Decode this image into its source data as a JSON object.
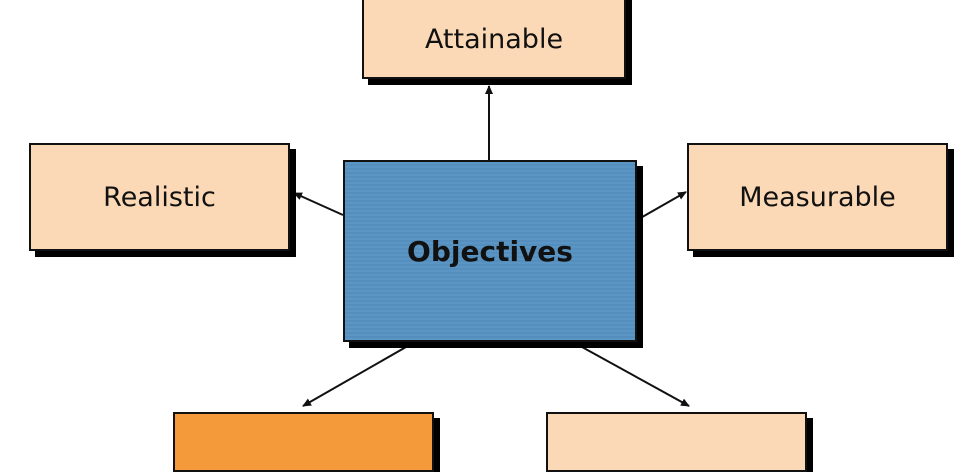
{
  "diagram": {
    "center": {
      "label": "Objectives",
      "color": "#5a95c4"
    },
    "nodes": [
      {
        "id": "attainable",
        "label": "Attainable",
        "color": "#fcd9b6"
      },
      {
        "id": "realistic",
        "label": "Realistic",
        "color": "#fcd9b6"
      },
      {
        "id": "measurable",
        "label": "Measurable",
        "color": "#fcd9b6"
      },
      {
        "id": "bottom-left",
        "label": "",
        "color": "#f59a3a"
      },
      {
        "id": "bottom-right",
        "label": "",
        "color": "#fcd9b6"
      }
    ],
    "edges": [
      {
        "from": "Objectives",
        "to": "attainable"
      },
      {
        "from": "Objectives",
        "to": "realistic"
      },
      {
        "from": "Objectives",
        "to": "measurable"
      },
      {
        "from": "Objectives",
        "to": "bottom-left"
      },
      {
        "from": "Objectives",
        "to": "bottom-right"
      }
    ]
  }
}
